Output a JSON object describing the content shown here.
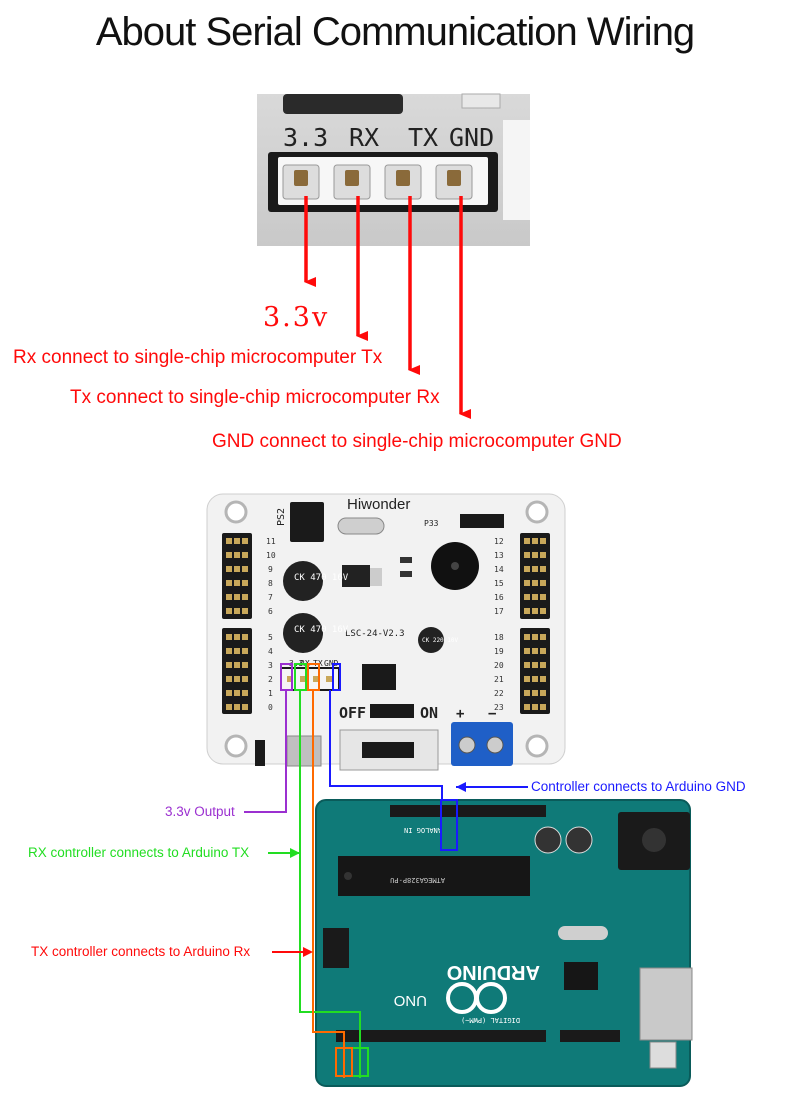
{
  "title": "About Serial Communication Wiring",
  "connector": {
    "pin_labels": [
      "3.3",
      "RX",
      "TX",
      "GND"
    ]
  },
  "pin_annotations": {
    "v33": "3.3v",
    "rx": "Rx connect to single-chip microcomputer Tx",
    "tx": "Tx connect to single-chip microcomputer  Rx",
    "gnd": "GND connect to single-chip microcomputer GND"
  },
  "controller_board": {
    "brand": "Hiwonder",
    "model": "LSC-24-V2.3",
    "ps2_label": "PS2",
    "switch_off": "OFF",
    "switch_on": "ON",
    "p33_label": "P33",
    "cap_labels": [
      "CK 470 16V",
      "CK 470 16V",
      "CK 220 10V"
    ],
    "left_channels": [
      "11",
      "10",
      "9",
      "8",
      "7",
      "6",
      "5",
      "4",
      "3",
      "2",
      "1",
      "0"
    ],
    "right_channels": [
      "12",
      "13",
      "14",
      "15",
      "16",
      "17",
      "18",
      "19",
      "20",
      "21",
      "22",
      "23"
    ]
  },
  "wiring_labels": {
    "gnd": "Controller connects to  Arduino GND",
    "v33": "3.3v Output",
    "rx": "RX controller connects to Arduino TX",
    "tx": "TX controller connects to  Arduino Rx"
  },
  "arduino": {
    "name": "ARDUINO",
    "model": "UNO",
    "chip": "ATMEGA328P-PU",
    "section_analog": "ANALOG IN",
    "section_digital": "DIGITAL (PWM~)"
  },
  "colors": {
    "red": "#ff0a0a",
    "blue": "#1a1aff",
    "green": "#22dd22",
    "purple": "#9b30d0",
    "orange": "#ff6a00",
    "pcb_teal": "#0f7a78",
    "controller_white": "#f2f2f2"
  }
}
